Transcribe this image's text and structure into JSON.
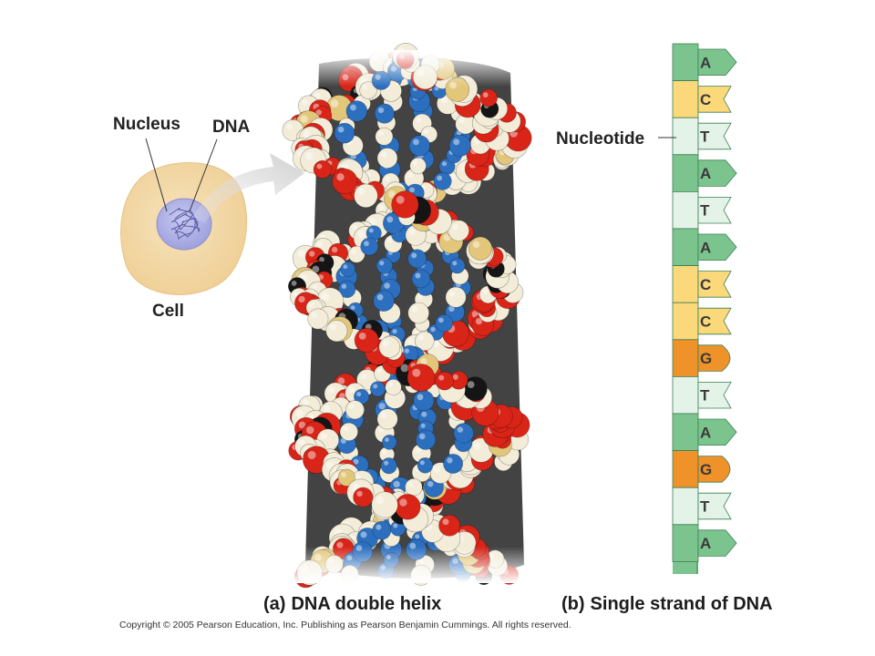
{
  "labels": {
    "nucleus": "Nucleus",
    "dna": "DNA",
    "cell": "Cell",
    "nucleotide": "Nucleotide"
  },
  "captions": {
    "a_tag": "(a)",
    "a_text": "DNA double helix",
    "b_tag": "(b)",
    "b_text": "Single strand of DNA"
  },
  "copyright": "Copyright © 2005 Pearson Education, Inc. Publishing as Pearson Benjamin Cummings. All rights reserved.",
  "strand": {
    "bases": [
      "A",
      "C",
      "T",
      "A",
      "T",
      "A",
      "C",
      "C",
      "G",
      "T",
      "A",
      "G",
      "T",
      "A"
    ]
  },
  "colors": {
    "A": "#7cc48e",
    "C": "#fbd97a",
    "T": "#e4f3e7",
    "G": "#f0922a",
    "backbone": "#7cc48e",
    "atom_red": "#d92418",
    "atom_white": "#f2ecd8",
    "atom_blue": "#2c6fbf",
    "atom_black": "#151515",
    "atom_tan": "#e2c77a",
    "cell_fill": "#f3d9a8",
    "nucleus_fill": "#b7b9ea",
    "arrow": "#d6d6d6"
  }
}
